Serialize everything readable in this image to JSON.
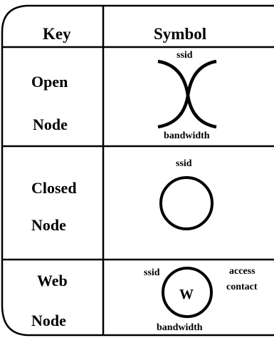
{
  "header": {
    "key": "Key",
    "symbol": "Symbol"
  },
  "rows": [
    {
      "key_line1": "Open",
      "key_line2": "Node",
      "top_label": "ssid",
      "bottom_label": "bandwidth"
    },
    {
      "key_line1": "Closed",
      "key_line2": "Node",
      "top_label": "ssid"
    },
    {
      "key_line1": "Web",
      "key_line2": "Node",
      "left_label": "ssid",
      "center_label": "W",
      "right_line1": "access",
      "right_line2": "contact",
      "bottom_label": "bandwidth"
    }
  ]
}
